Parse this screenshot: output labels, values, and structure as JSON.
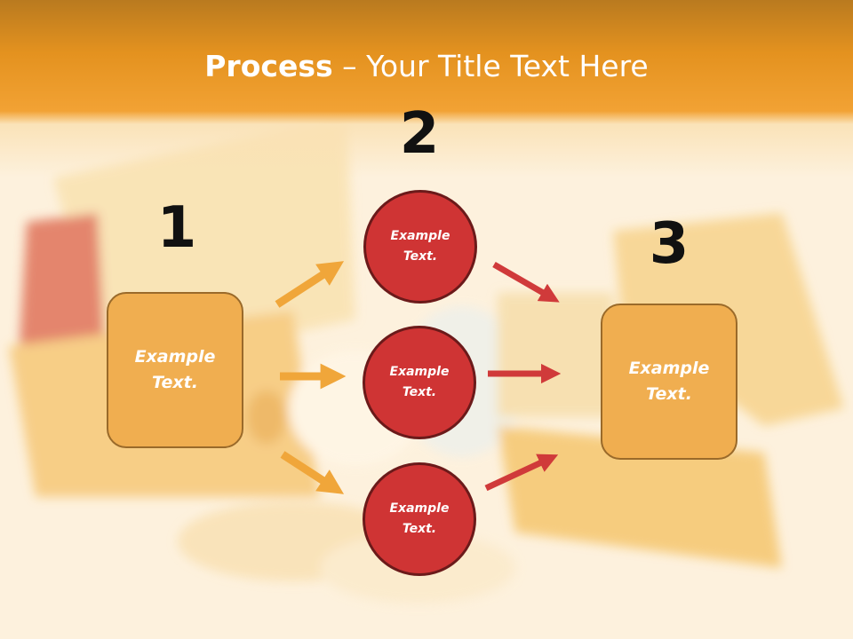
{
  "title": {
    "bold": "Process",
    "rest": " – Your Title Text Here"
  },
  "colors": {
    "header": "#e4921f",
    "box_fill": "#f0ae50",
    "circle_fill": "#cf3434",
    "orange_arrow": "#f0a63a",
    "red_arrow": "#d03a3a"
  },
  "steps": [
    {
      "number": "1",
      "text": "Example\nText."
    },
    {
      "number": "2",
      "circles": [
        {
          "text": "Example\nText."
        },
        {
          "text": "Example\nText."
        },
        {
          "text": "Example\nText."
        }
      ]
    },
    {
      "number": "3",
      "text": "Example\nText."
    }
  ]
}
